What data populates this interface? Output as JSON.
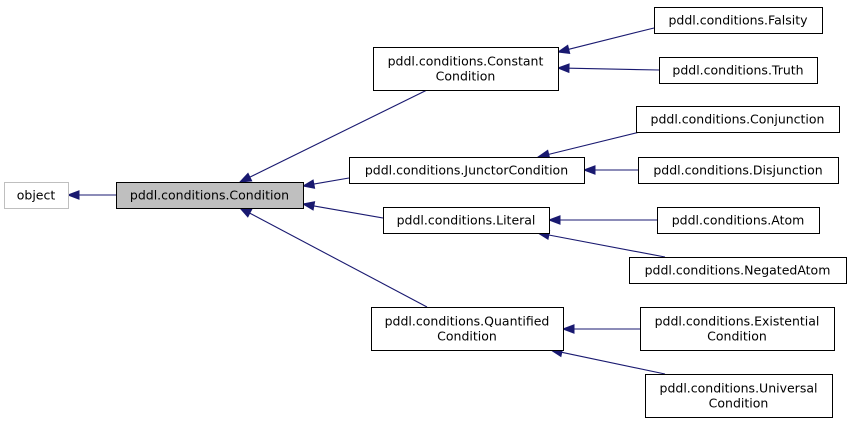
{
  "diagram": {
    "colors": {
      "edge": "#191970",
      "node_border": "#000000",
      "node_fill": "#ffffff",
      "external_border": "#bfbfbf",
      "focus_fill": "#bfbfbf"
    },
    "nodes": {
      "object": {
        "lines": [
          "object"
        ],
        "style": "external"
      },
      "condition": {
        "lines": [
          "pddl.conditions.Condition"
        ],
        "style": "focus"
      },
      "constant": {
        "lines": [
          "pddl.conditions.Constant",
          "Condition"
        ],
        "style": "normal"
      },
      "junctor": {
        "lines": [
          "pddl.conditions.JunctorCondition"
        ],
        "style": "normal"
      },
      "literal": {
        "lines": [
          "pddl.conditions.Literal"
        ],
        "style": "normal"
      },
      "quantified": {
        "lines": [
          "pddl.conditions.Quantified",
          "Condition"
        ],
        "style": "normal"
      },
      "falsity": {
        "lines": [
          "pddl.conditions.Falsity"
        ],
        "style": "normal"
      },
      "truth": {
        "lines": [
          "pddl.conditions.Truth"
        ],
        "style": "normal"
      },
      "conjunction": {
        "lines": [
          "pddl.conditions.Conjunction"
        ],
        "style": "normal"
      },
      "disjunction": {
        "lines": [
          "pddl.conditions.Disjunction"
        ],
        "style": "normal"
      },
      "atom": {
        "lines": [
          "pddl.conditions.Atom"
        ],
        "style": "normal"
      },
      "negated": {
        "lines": [
          "pddl.conditions.NegatedAtom"
        ],
        "style": "normal"
      },
      "existential": {
        "lines": [
          "pddl.conditions.Existential",
          "Condition"
        ],
        "style": "normal"
      },
      "universal": {
        "lines": [
          "pddl.conditions.Universal",
          "Condition"
        ],
        "style": "normal"
      }
    },
    "edges": [
      {
        "from": "condition",
        "to": "object"
      },
      {
        "from": "constant",
        "to": "condition"
      },
      {
        "from": "junctor",
        "to": "condition"
      },
      {
        "from": "literal",
        "to": "condition"
      },
      {
        "from": "quantified",
        "to": "condition"
      },
      {
        "from": "falsity",
        "to": "constant"
      },
      {
        "from": "truth",
        "to": "constant"
      },
      {
        "from": "conjunction",
        "to": "junctor"
      },
      {
        "from": "disjunction",
        "to": "junctor"
      },
      {
        "from": "atom",
        "to": "literal"
      },
      {
        "from": "negated",
        "to": "literal"
      },
      {
        "from": "existential",
        "to": "quantified"
      },
      {
        "from": "universal",
        "to": "quantified"
      }
    ]
  }
}
